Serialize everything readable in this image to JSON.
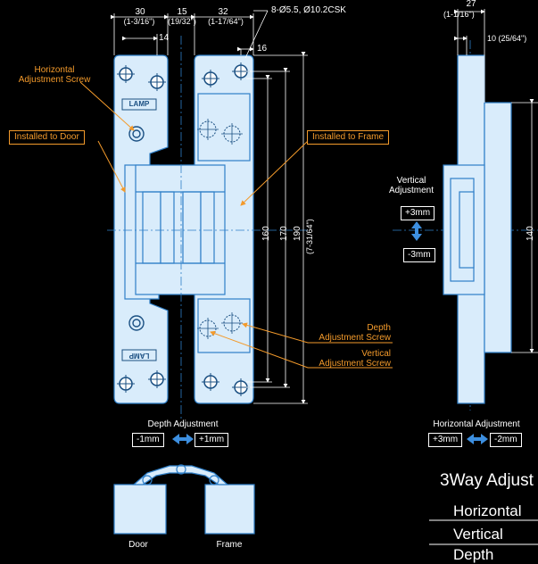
{
  "dimensions": {
    "d30": "30",
    "d30_in": "(1-3/16\")",
    "d15": "15",
    "d15_in": "(19/32\")",
    "d32": "32",
    "d32_in": "(1-17/64\")",
    "d14": "14",
    "d16": "16",
    "holes": "8-Ø5.5, Ø10.2CSK",
    "d27": "27",
    "d27_in": "(1-1/16\")",
    "d10": "10 (25/64\")",
    "d160": "160",
    "d170": "170",
    "d190": "190",
    "d190_in": "(7-31/64\")",
    "d140": "140"
  },
  "labels": {
    "horizontal_screw": "Horizontal\nAdjustment Screw",
    "installed_door": "Installed to Door",
    "installed_frame": "Installed to Frame",
    "depth_screw": "Depth\nAdjustment Screw",
    "vertical_screw": "Vertical\nAdjustment Screw",
    "brand_top": "LAMP",
    "brand_bottom": "LAMP"
  },
  "vertical_adjustment": {
    "title": "Vertical\nAdjustment",
    "plus": "+3mm",
    "minus": "-3mm"
  },
  "depth_adjustment": {
    "title": "Depth Adjustment",
    "minus": "-1mm",
    "plus": "+1mm"
  },
  "horizontal_adjustment": {
    "title": "Horizontal Adjustment",
    "plus": "+3mm",
    "minus": "-2mm"
  },
  "bottom_labels": {
    "door": "Door",
    "frame": "Frame"
  },
  "table": {
    "title": "3Way Adjust",
    "rows": [
      "Horizontal",
      "Vertical",
      "Depth"
    ]
  },
  "colors": {
    "background": "#000000",
    "part_fill": "#d9ecfb",
    "part_stroke": "#2f7fc8",
    "accent": "#f39a2b",
    "arrow": "#3d8fe0"
  }
}
